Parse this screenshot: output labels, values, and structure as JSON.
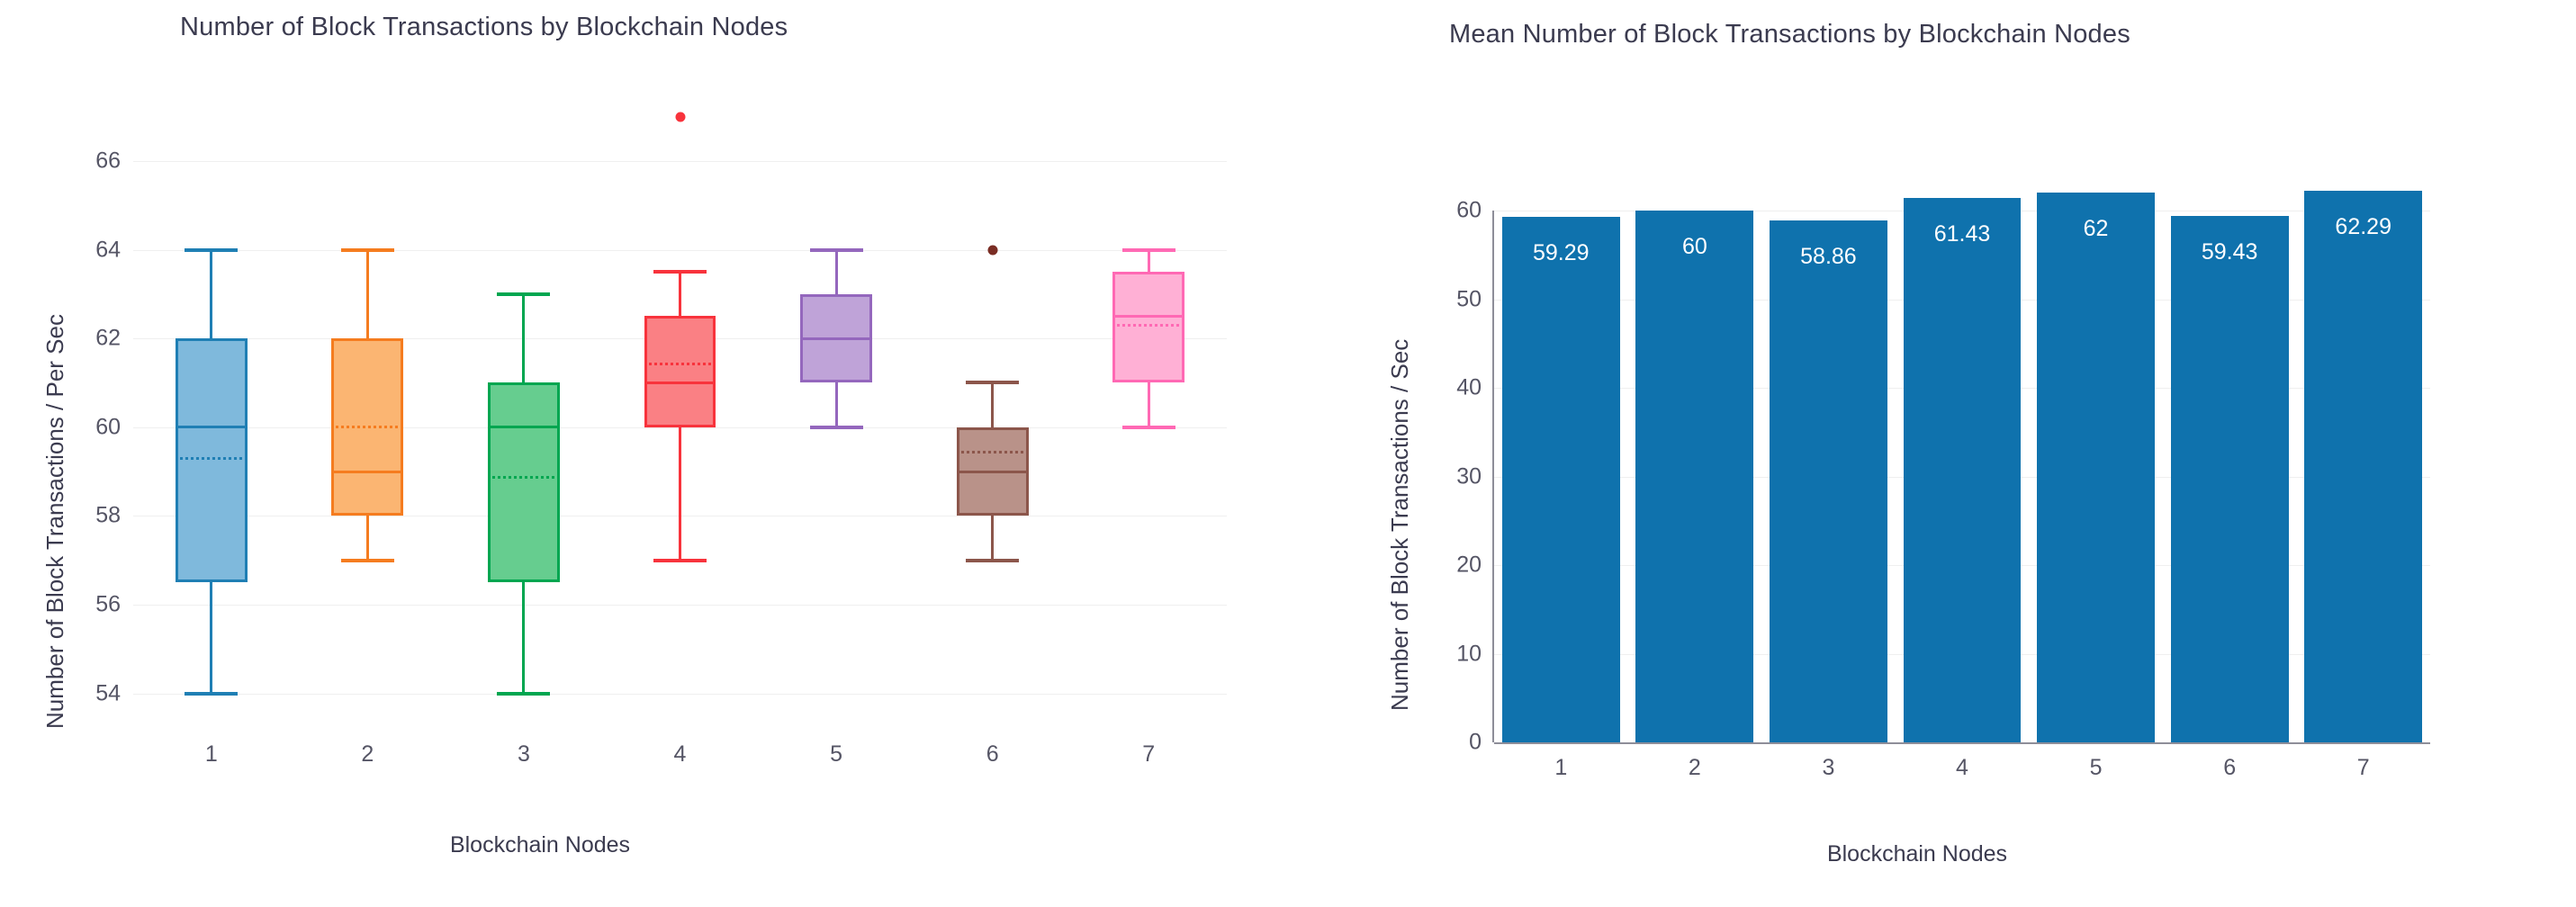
{
  "chart_data": [
    {
      "type": "boxplot",
      "title": "Number of Block Transactions by Blockchain Nodes",
      "xlabel": "Blockchain Nodes",
      "ylabel": "Number of Block Transactions / Per Sec",
      "categories": [
        "1",
        "2",
        "3",
        "4",
        "5",
        "6",
        "7"
      ],
      "yticks": [
        54,
        56,
        58,
        60,
        62,
        64,
        66
      ],
      "ylim": [
        53.2,
        67.6
      ],
      "grid": true,
      "legend": "none",
      "boxes": [
        {
          "label": "1",
          "whisker_low": 54,
          "q1": 56.5,
          "median": 60,
          "mean": 59.29,
          "q3": 62,
          "whisker_high": 64,
          "fliers": [],
          "color": "#1f7fb4",
          "fill": "#7fb9dc"
        },
        {
          "label": "2",
          "whisker_low": 57,
          "q1": 58,
          "median": 59,
          "mean": 60,
          "q3": 62,
          "whisker_high": 64,
          "fliers": [],
          "color": "#f57c1f",
          "fill": "#fbb572"
        },
        {
          "label": "3",
          "whisker_low": 54,
          "q1": 56.5,
          "median": 60,
          "mean": 58.86,
          "q3": 61,
          "whisker_high": 63,
          "fliers": [],
          "color": "#00a650",
          "fill": "#66cd8f"
        },
        {
          "label": "4",
          "whisker_low": 57,
          "q1": 60,
          "median": 61,
          "mean": 61.43,
          "q3": 62.5,
          "whisker_high": 63.5,
          "fliers": [
            67
          ],
          "color": "#f8333c",
          "fill": "#fa8084"
        },
        {
          "label": "5",
          "whisker_low": 60,
          "q1": 61,
          "median": 62,
          "mean": 62,
          "q3": 63,
          "whisker_high": 64,
          "fliers": [],
          "color": "#9467bd",
          "fill": "#bfa3d8"
        },
        {
          "label": "6",
          "whisker_low": 57,
          "q1": 58,
          "median": 59,
          "mean": 59.43,
          "q3": 60,
          "whisker_high": 61,
          "fliers": [
            64
          ],
          "color": "#8c564b",
          "fill": "#b99289"
        },
        {
          "label": "7",
          "whisker_low": 60,
          "q1": 61,
          "median": 62.5,
          "mean": 62.29,
          "q3": 63.5,
          "whisker_high": 64,
          "fliers": [],
          "color": "#ff69b4",
          "fill": "#ffb0d5"
        }
      ]
    },
    {
      "type": "bar",
      "title": "Mean Number of Block Transactions by Blockchain Nodes",
      "xlabel": "Blockchain Nodes",
      "ylabel": "Number of Block Transactions / Sec",
      "categories": [
        "1",
        "2",
        "3",
        "4",
        "5",
        "6",
        "7"
      ],
      "values": [
        59.29,
        60,
        58.86,
        61.43,
        62,
        59.43,
        62.29
      ],
      "value_labels": [
        "59.29",
        "60",
        "58.86",
        "61.43",
        "62",
        "59.43",
        "62.29"
      ],
      "yticks": [
        0,
        10,
        20,
        30,
        40,
        50,
        60
      ],
      "ylim": [
        0,
        66
      ],
      "grid": true,
      "bar_color": "#0f72ad",
      "label_color": "#ffffff",
      "legend": "none"
    }
  ]
}
